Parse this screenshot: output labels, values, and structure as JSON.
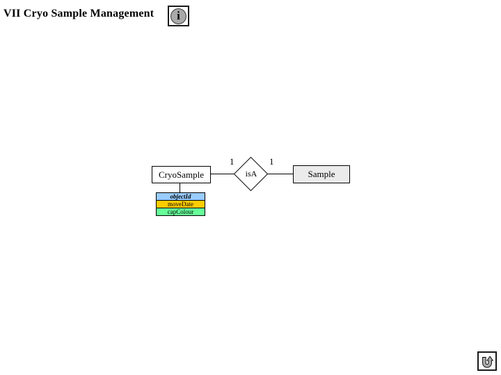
{
  "page": {
    "title": "VII Cryo Sample Management",
    "background": "#ffffff"
  },
  "header": {
    "info_button": {
      "icon": "info-icon",
      "glyph": "i",
      "circle_color": "#a9a9a9"
    }
  },
  "diagram": {
    "entities": {
      "cryosample": {
        "label": "CryoSample",
        "fill": "#ffffff"
      },
      "sample": {
        "label": "Sample",
        "fill": "#ebebeb"
      }
    },
    "relationship": {
      "label": "isA",
      "left_cardinality": "1",
      "right_cardinality": "1",
      "fill": "#ffffff"
    },
    "attributes": {
      "objectid": {
        "label": "objectId",
        "fill": "#99ccff",
        "key": true
      },
      "movedate": {
        "label": "moveDate",
        "fill": "#ffcc00",
        "key": false
      },
      "capcolour": {
        "label": "capColour",
        "fill": "#66ff99",
        "key": false
      }
    }
  },
  "footer": {
    "return_button": {
      "icon": "u-turn-arrow-icon",
      "arrow_color": "#aaaaaa"
    }
  }
}
